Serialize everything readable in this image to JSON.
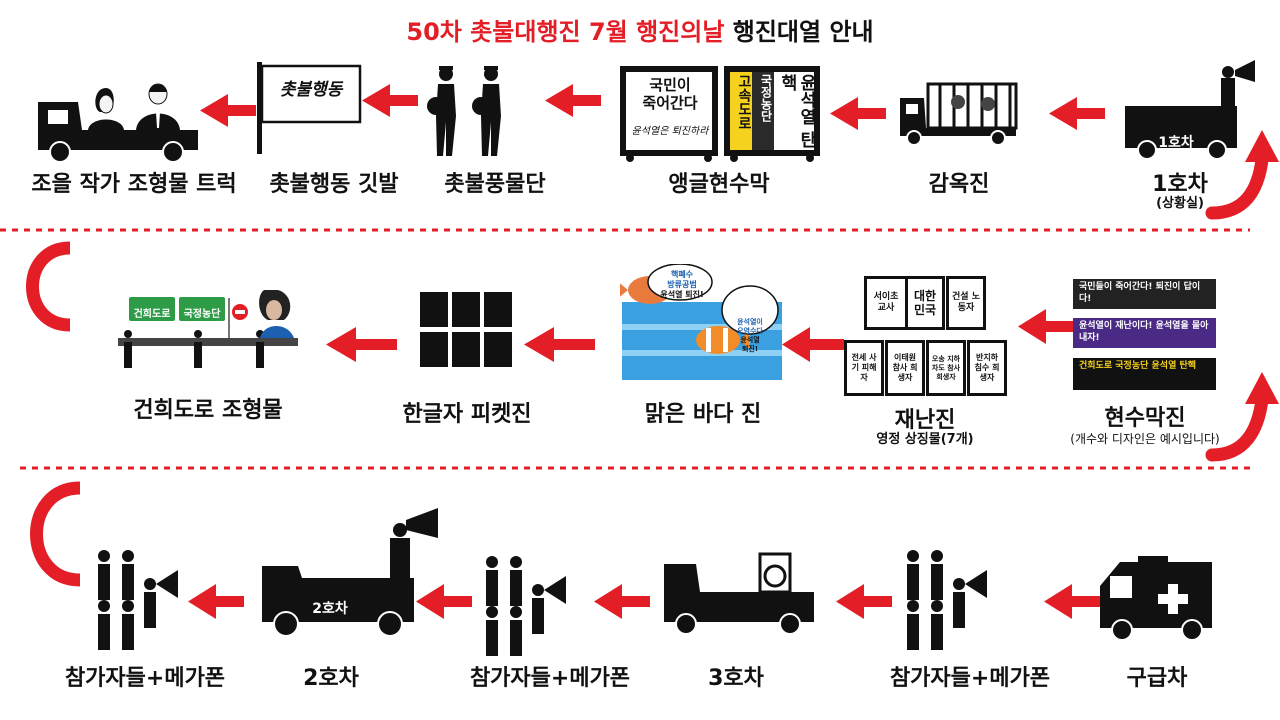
{
  "title": {
    "highlight": "50차 촛불대행진 7월 행진의날",
    "rest": " 행진대열 안내"
  },
  "colors": {
    "accent": "#e41e26",
    "ink": "#111111",
    "sea": "#3aa0e0",
    "sign_green": "#2e9b47",
    "sign_blue": "#1d5fb0"
  },
  "row1": [
    {
      "label": "조을 작가 조형물 트럭"
    },
    {
      "label": "촛불행동 깃발",
      "flag_text": "촛불행동"
    },
    {
      "label": "촛불풍물단"
    },
    {
      "label": "앵글현수막",
      "panel1": [
        "국민이",
        "죽어간다",
        "윤석열은 퇴진하라"
      ],
      "panel2_side": "고속도로",
      "panel2_mid": "국정농단",
      "panel2_main": "윤석열 탄핵"
    },
    {
      "label": "감옥진"
    },
    {
      "label": "1호차",
      "sub": "(상황실)",
      "truck_text": "1호차"
    }
  ],
  "row2": [
    {
      "label": "건희도로 조형물",
      "signs": [
        "건희도로",
        "국정농단"
      ]
    },
    {
      "label": "한글자 피켓진"
    },
    {
      "label": "맑은 바다 진",
      "bubble1": [
        "핵폐수",
        "방류공범",
        "윤석열 퇴진!"
      ],
      "bubble2": [
        "윤석열이",
        "오염수다",
        "윤석열",
        "퇴진!"
      ]
    },
    {
      "label": "재난진",
      "sub": "영정 상징물(7개)",
      "tiles": [
        "서이초 교사",
        "대한 민국",
        "건설 노동자",
        "전세 사기 피해자",
        "이태원 참사 희생자",
        "오송 지하차도 참사 희생자",
        "반지하 침수 희생자"
      ]
    },
    {
      "label": "현수막진",
      "note": "(개수와 디자인은 예시입니다)",
      "banners": [
        "국민들이 죽어간다! 퇴진이 답이다!",
        "윤석열이 재난이다! 윤석열을 몰아내자!",
        "건희도로 국정농단 윤석열 탄핵"
      ]
    }
  ],
  "row3": [
    {
      "label": "참가자들+메가폰"
    },
    {
      "label": "2호차",
      "truck_text": "2호차"
    },
    {
      "label": "참가자들+메가폰"
    },
    {
      "label": "3호차"
    },
    {
      "label": "참가자들+메가폰"
    },
    {
      "label": "구급차"
    }
  ]
}
